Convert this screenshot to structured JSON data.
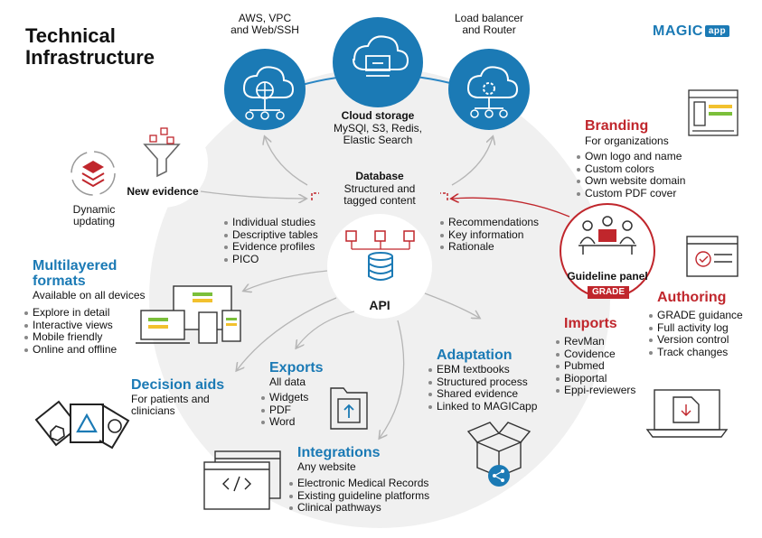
{
  "title": "Technical\nInfrastructure",
  "logo": {
    "text": "MAGIC",
    "tag": "app"
  },
  "top": {
    "aws": "AWS, VPC\nand Web/SSH",
    "lb": "Load balancer\nand Router",
    "cloud_title": "Cloud storage",
    "cloud_sub": "MySQl, S3, Redis,\nElastic Search"
  },
  "database": {
    "title": "Database",
    "sub": "Structured and\ntagged content"
  },
  "api": "API",
  "new_evidence": "New evidence",
  "dynamic": "Dynamic\nupdating",
  "evidence_list": [
    "Individual studies",
    "Descriptive tables",
    "Evidence profiles",
    "PICO"
  ],
  "recommend_list": [
    "Recommendations",
    "Key information",
    "Rationale"
  ],
  "guideline_panel": "Guideline panel",
  "grade": "GRADE",
  "branding": {
    "title": "Branding",
    "sub": "For organizations",
    "items": [
      "Own logo and name",
      "Custom colors",
      "Own website domain",
      "Custom PDF cover"
    ]
  },
  "authoring": {
    "title": "Authoring",
    "items": [
      "GRADE guidance",
      "Full activity log",
      "Version control",
      "Track changes"
    ]
  },
  "imports": {
    "title": "Imports",
    "items": [
      "RevMan",
      "Covidence",
      "Pubmed",
      "Bioportal",
      "Eppi-reviewers"
    ]
  },
  "multilayered": {
    "title": "Multilayered\nformats",
    "sub": "Available on all devices",
    "items": [
      "Explore in detail",
      "Interactive views",
      "Mobile friendly",
      "Online and offline"
    ]
  },
  "decision": {
    "title": "Decision aids",
    "sub": "For patients and\nclinicians"
  },
  "exports": {
    "title": "Exports",
    "sub": "All data",
    "items": [
      "Widgets",
      "PDF",
      "Word"
    ]
  },
  "adaptation": {
    "title": "Adaptation",
    "items": [
      "EBM textbooks",
      "Structured process",
      "Shared evidence",
      "Linked to MAGICapp"
    ]
  },
  "integrations": {
    "title": "Integrations",
    "sub": "Any website",
    "items": [
      "Electronic Medical Records",
      "Existing guideline platforms",
      "Clinical pathways"
    ]
  },
  "colors": {
    "blue": "#1b7ab5",
    "red": "#c0262c",
    "grey_bg": "#f0f0f0",
    "yellow": "#f2c12e",
    "green": "#7bbf3a"
  }
}
